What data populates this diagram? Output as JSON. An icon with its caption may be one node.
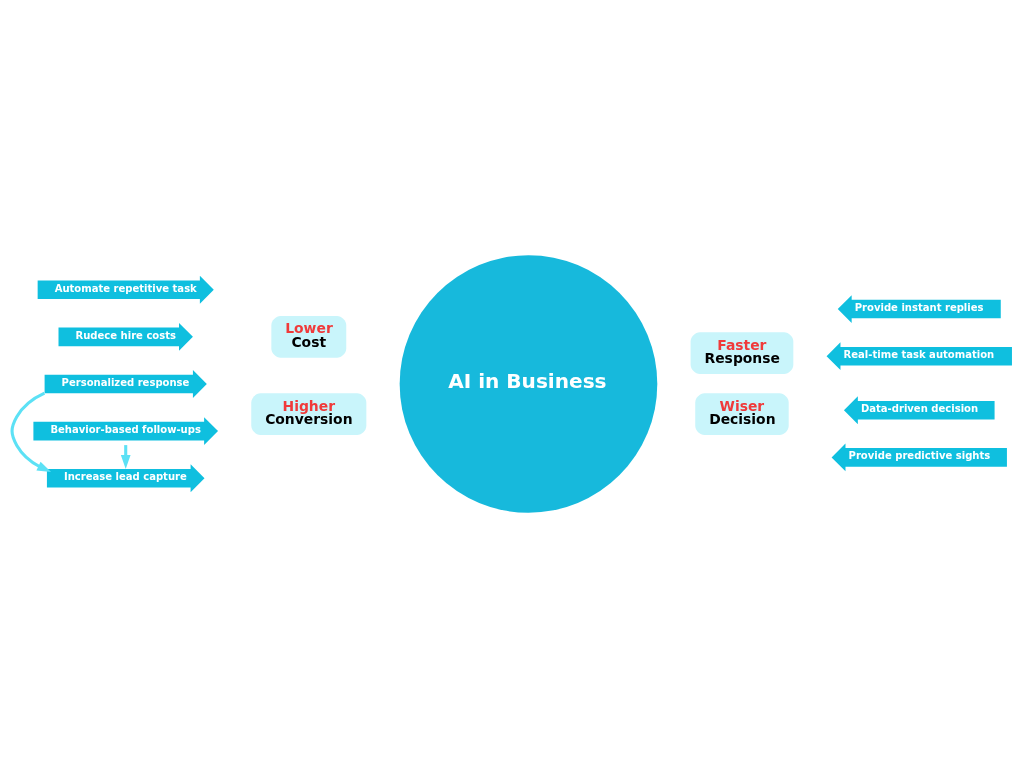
{
  "diagram": {
    "nodes": [
      {
        "text": [
          "AI in Business"
        ]
      },
      {
        "text": [
          "Lower",
          "Cost"
        ]
      },
      {
        "text": [
          "Faster",
          "Response"
        ]
      },
      {
        "text": [
          "Higher",
          "Conversion"
        ]
      },
      {
        "text": [
          "Wiser",
          "Decision"
        ]
      },
      {
        "text": [
          "Automate repetitive task"
        ]
      },
      {
        "text": [
          "Rudece hire costs"
        ]
      },
      {
        "text": [
          "Provide instant replies"
        ]
      },
      {
        "text": [
          "Real-time task automation"
        ]
      },
      {
        "text": [
          "Personalized response"
        ]
      },
      {
        "text": [
          "Increase lead capture"
        ]
      },
      {
        "text": [
          "Behavior-based follow-ups"
        ]
      },
      {
        "text": [
          "Data-driven decision"
        ]
      },
      {
        "text": [
          "Provide predictive sights"
        ]
      }
    ],
    "edges": [
      {
        "from": 9,
        "to": 10,
        "arrow": "to"
      },
      {
        "from": 11,
        "to": 10,
        "arrow": "to"
      }
    ]
  }
}
